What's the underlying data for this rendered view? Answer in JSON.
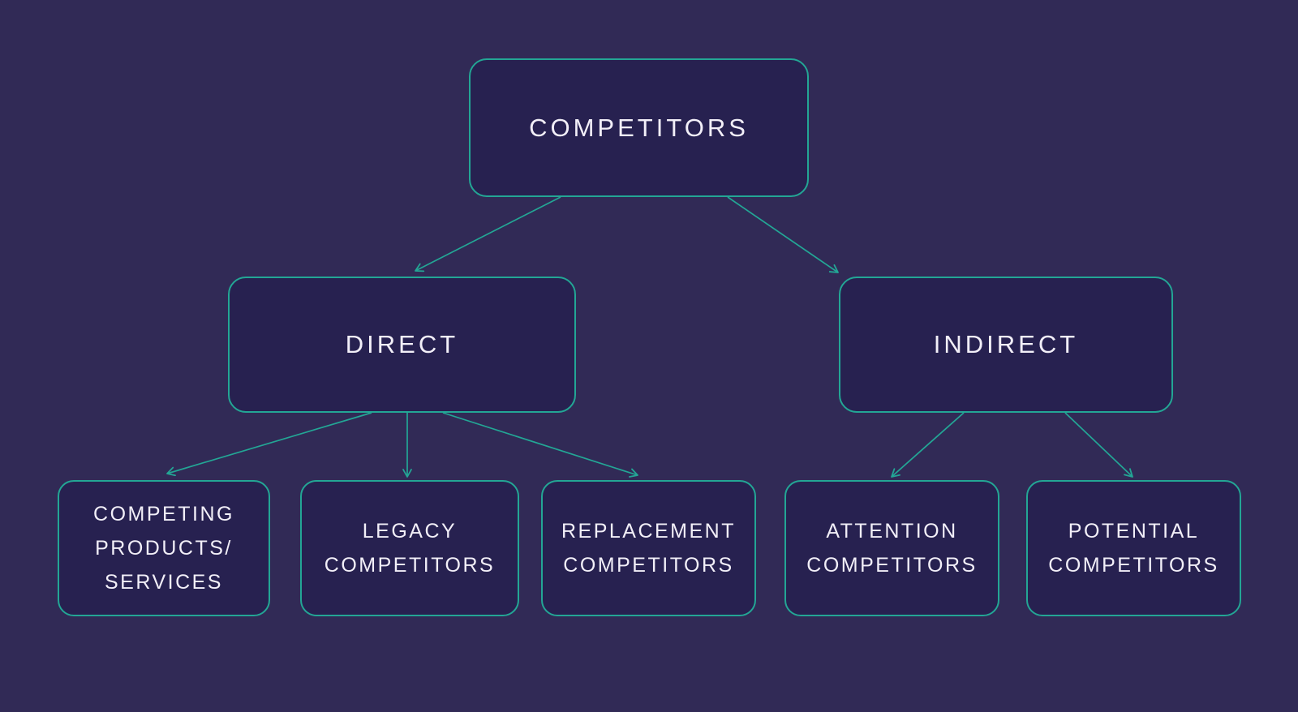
{
  "diagram": {
    "type": "hierarchy-tree",
    "colors": {
      "background": "#312a56",
      "node_fill": "#272150",
      "node_border": "#23a695",
      "arrow": "#23a695",
      "text": "#f2eff8"
    },
    "nodes": {
      "root": {
        "label": "COMPETITORS",
        "level": 1
      },
      "direct": {
        "label": "DIRECT",
        "level": 2,
        "parent": "COMPETITORS"
      },
      "indirect": {
        "label": "INDIRECT",
        "level": 2,
        "parent": "COMPETITORS"
      },
      "competing": {
        "label": "COMPETING\nPRODUCTS/\nSERVICES",
        "level": 3,
        "parent": "DIRECT"
      },
      "legacy": {
        "label": "LEGACY\nCOMPETITORS",
        "level": 3,
        "parent": "DIRECT"
      },
      "replacement": {
        "label": "REPLACEMENT\nCOMPETITORS",
        "level": 3,
        "parent": "DIRECT"
      },
      "attention": {
        "label": "ATTENTION\nCOMPETITORS",
        "level": 3,
        "parent": "INDIRECT"
      },
      "potential": {
        "label": "POTENTIAL\nCOMPETITORS",
        "level": 3,
        "parent": "INDIRECT"
      }
    },
    "edges": [
      {
        "from": "COMPETITORS",
        "to": "DIRECT"
      },
      {
        "from": "COMPETITORS",
        "to": "INDIRECT"
      },
      {
        "from": "DIRECT",
        "to": "COMPETING PRODUCTS/SERVICES"
      },
      {
        "from": "DIRECT",
        "to": "LEGACY COMPETITORS"
      },
      {
        "from": "DIRECT",
        "to": "REPLACEMENT COMPETITORS"
      },
      {
        "from": "INDIRECT",
        "to": "ATTENTION COMPETITORS"
      },
      {
        "from": "INDIRECT",
        "to": "POTENTIAL COMPETITORS"
      }
    ]
  }
}
